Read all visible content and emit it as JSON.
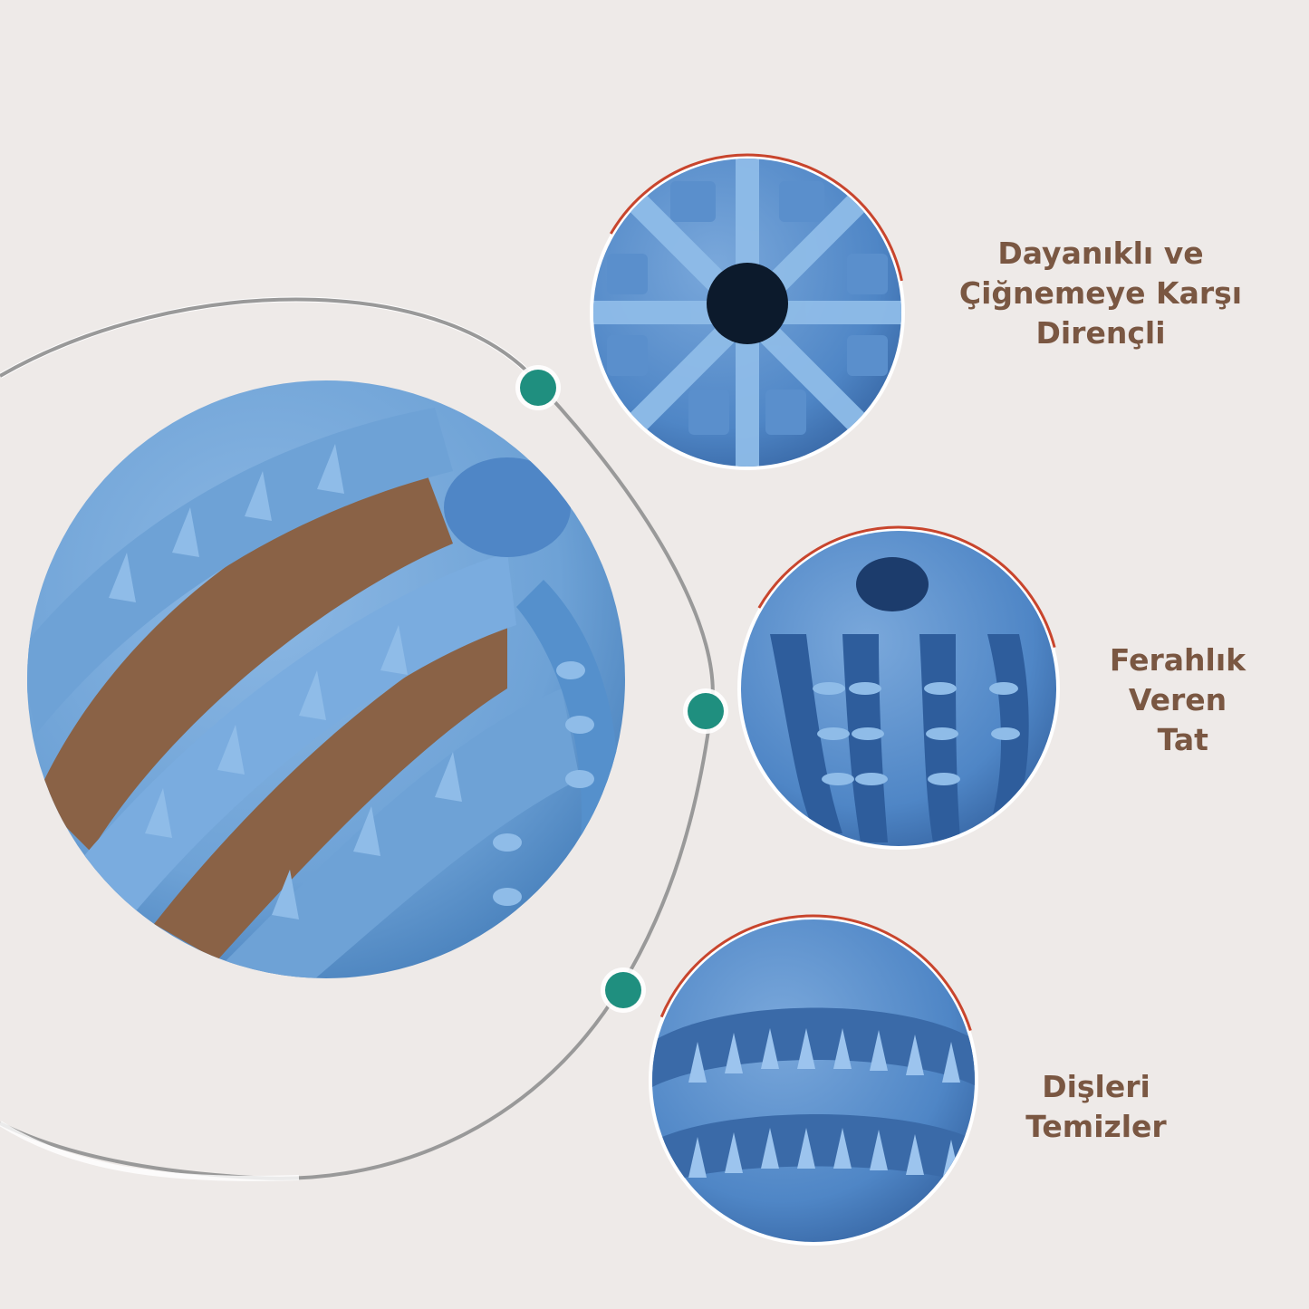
{
  "palette": {
    "background": "#eeeae8",
    "ball_blue": "#6ea2d6",
    "ball_blue_dark": "#3d6fae",
    "kibble": "#8a6246",
    "ring_accent": "#c8452d",
    "dot_teal": "#1f8f7f",
    "arc_gray": "#9a9a9a",
    "label_brown": "#7a5742"
  },
  "main_image": {
    "icon": "treat-dispensing-ball-with-kibble-image"
  },
  "features": [
    {
      "lines": [
        "Dayanıklı ve",
        "Çiğnemeye Karşı",
        "Dirençli"
      ],
      "icon": "ball-top-view-image"
    },
    {
      "lines": [
        "Ferahlık",
        "Veren",
        " Tat"
      ],
      "icon": "ball-side-view-image"
    },
    {
      "lines": [
        "Dişleri",
        "Temizler"
      ],
      "icon": "ball-teeth-view-image"
    }
  ]
}
